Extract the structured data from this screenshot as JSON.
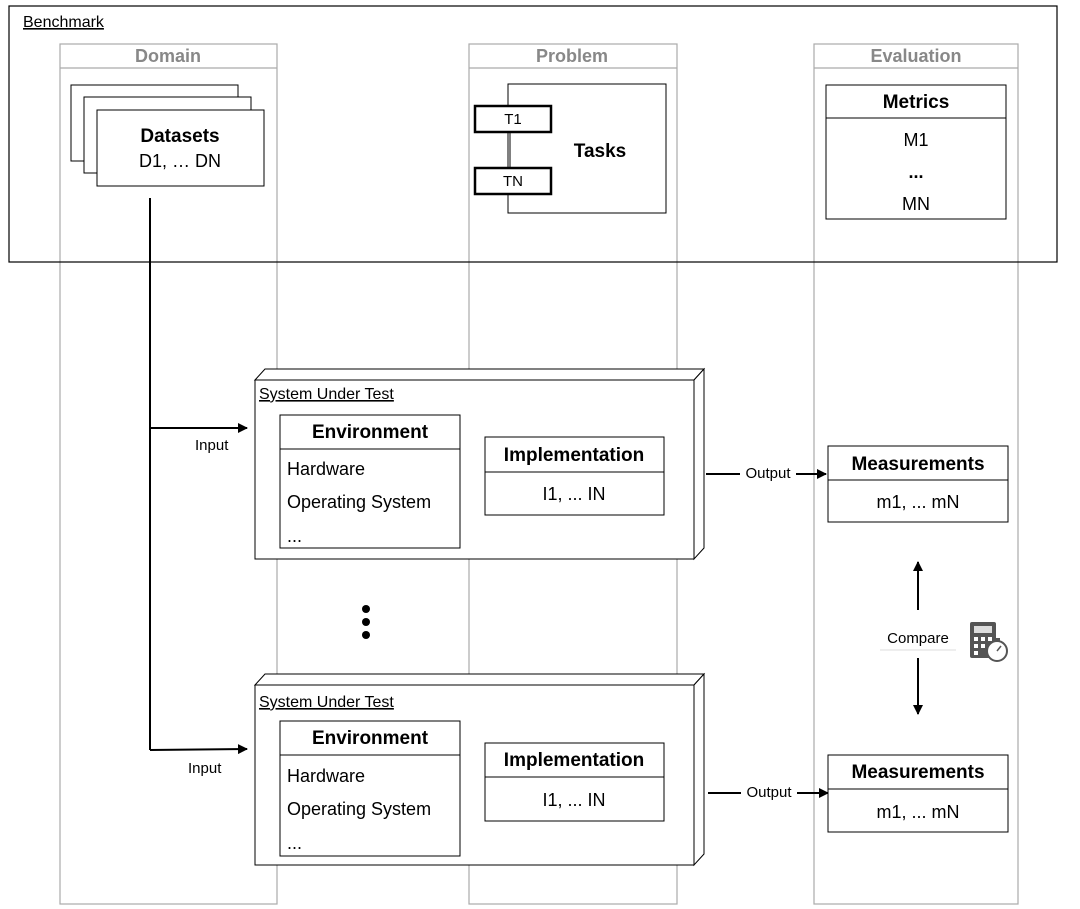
{
  "benchmark": {
    "label": "Benchmark"
  },
  "lanes": {
    "domain": "Domain",
    "problem": "Problem",
    "evaluation": "Evaluation"
  },
  "datasets": {
    "title": "Datasets",
    "range": "D1, … DN"
  },
  "tasks": {
    "title": "Tasks",
    "first": "T1",
    "last": "TN"
  },
  "metrics": {
    "title": "Metrics",
    "first": "M1",
    "ellipsis": "...",
    "last": "MN"
  },
  "sut": [
    {
      "label": "System Under Test",
      "input_label": "Input",
      "output_label": "Output",
      "environment": {
        "title": "Environment",
        "items": [
          "Hardware",
          "Operating System",
          "..."
        ]
      },
      "implementation": {
        "title": "Implementation",
        "range": "I1, ... IN"
      },
      "measurements": {
        "title": "Measurements",
        "range": "m1, ... mN"
      }
    },
    {
      "label": "System Under Test",
      "input_label": "Input",
      "output_label": "Output",
      "environment": {
        "title": "Environment",
        "items": [
          "Hardware",
          "Operating System",
          "..."
        ]
      },
      "implementation": {
        "title": "Implementation",
        "range": "I1, ... IN"
      },
      "measurements": {
        "title": "Measurements",
        "range": "m1, ... mN"
      }
    }
  ],
  "compare": {
    "label": "Compare",
    "icon": "calculator-stopwatch-icon"
  }
}
